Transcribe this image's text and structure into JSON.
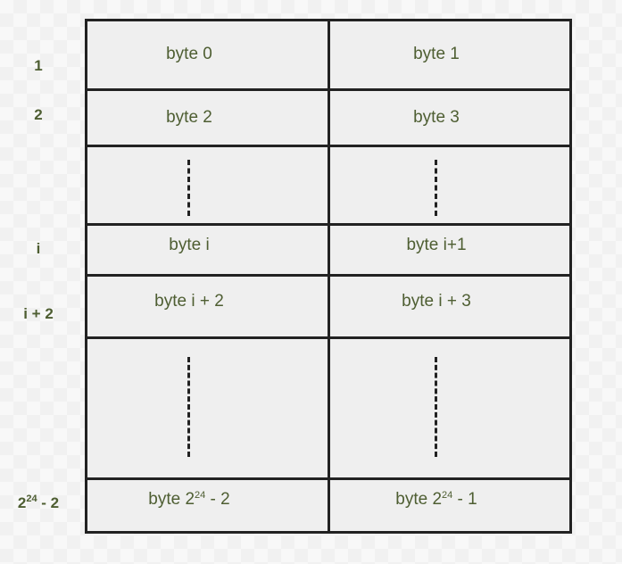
{
  "row_labels": {
    "r1": "1",
    "r2": "2",
    "ri": "i",
    "ri2": "i + 2",
    "rlast_base": "2",
    "rlast_exp": "24",
    "rlast_suffix": " - 2"
  },
  "cells": {
    "c0": "byte 0",
    "c1": "byte 1",
    "c2": "byte 2",
    "c3": "byte 3",
    "ci": "byte i",
    "ci1": "byte i+1",
    "ci2": "byte i + 2",
    "ci3": "byte i + 3",
    "clast_left_base": "byte 2",
    "clast_left_exp": "24",
    "clast_left_suffix": " - 2",
    "clast_right_base": "byte 2",
    "clast_right_exp": "24",
    "clast_right_suffix": " - 1"
  },
  "colors": {
    "text": "#4e5e32",
    "grid_line": "#222222",
    "cell_fill": "#efefef"
  }
}
